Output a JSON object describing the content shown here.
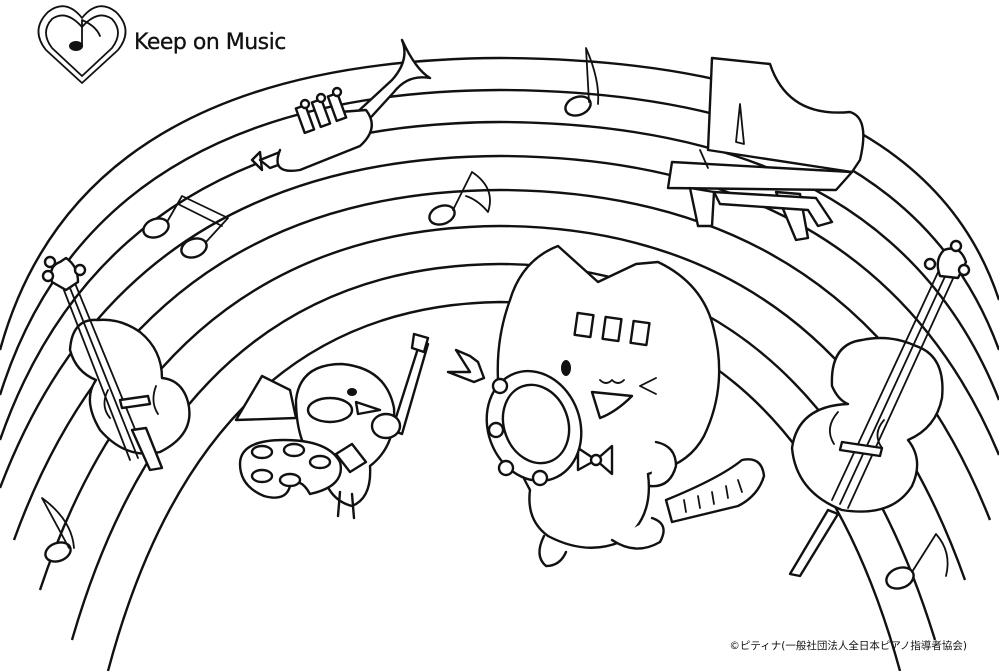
{
  "logo": {
    "text": "Keep on Music",
    "mark": "heart-note-icon"
  },
  "credit": {
    "text": "©ピティナ(一般社団法人全日本ピアノ指導者協会)"
  },
  "illustration": {
    "icons": [
      "rainbow-arcs",
      "trumpet-icon",
      "grand-piano-icon",
      "violin-icon",
      "cello-icon",
      "music-note-icon",
      "cat-character-icon",
      "bird-character-icon",
      "tambourine-icon",
      "paint-palette-icon"
    ],
    "stroke_color": "#111111",
    "background_color": "#ffffff"
  }
}
